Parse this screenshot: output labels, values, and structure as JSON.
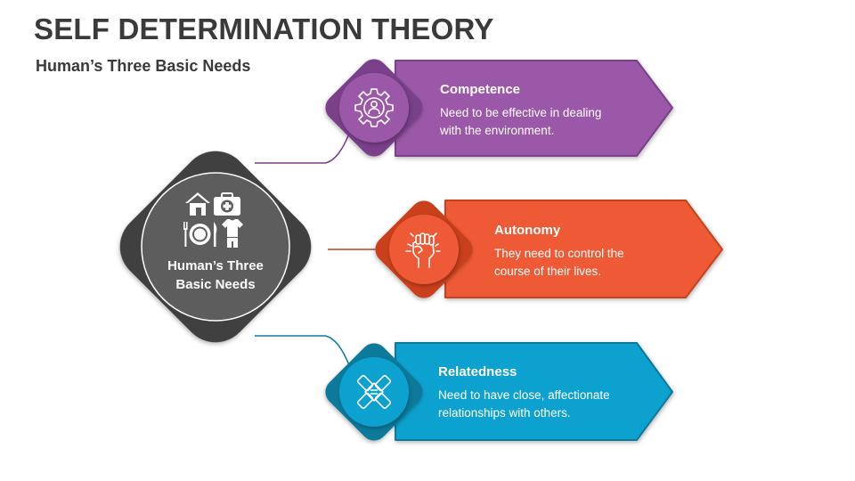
{
  "title": "SELF DETERMINATION THEORY",
  "subtitle": "Human’s Three Basic Needs",
  "center": {
    "label_line1": "Human’s Three",
    "label_line2": "Basic Needs",
    "icons": [
      "house-icon",
      "first-aid-kit-icon",
      "plate-cutlery-icon",
      "clothing-icon"
    ]
  },
  "needs": [
    {
      "title": "Competence",
      "description_line1": "Need to be effective in dealing",
      "description_line2": "with the environment.",
      "icon": "gear-person-icon",
      "color": "#9b59a8",
      "dark_color": "#7a3f8a"
    },
    {
      "title": "Autonomy",
      "description_line1": "They need to control the",
      "description_line2": "course of their lives.",
      "icon": "raised-fist-icon",
      "color": "#ee5a36",
      "dark_color": "#c9401f"
    },
    {
      "title": "Relatedness",
      "description_line1": "Need to have close, affectionate",
      "description_line2": "relationships with others.",
      "icon": "joined-hands-icon",
      "color": "#0ea1cf",
      "dark_color": "#117a9c"
    }
  ]
}
